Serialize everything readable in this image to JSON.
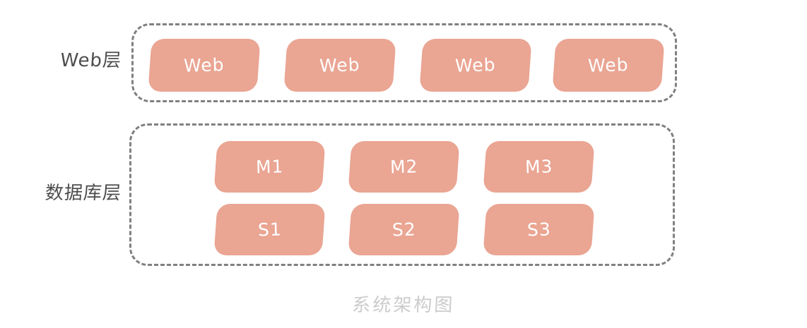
{
  "diagram": {
    "caption": "系统架构图",
    "accent_color": "#eaa593",
    "border_color": "#808080",
    "label_color": "#4d4d4d",
    "caption_color": "#cccccc",
    "node_text_color": "#ffffff",
    "background_color": "#ffffff",
    "layers": [
      {
        "label": "Web层",
        "nodes": [
          {
            "label": "Web"
          },
          {
            "label": "Web"
          },
          {
            "label": "Web"
          },
          {
            "label": "Web"
          }
        ]
      },
      {
        "label": "数据库层",
        "rows": [
          {
            "nodes": [
              {
                "label": "M1"
              },
              {
                "label": "M2"
              },
              {
                "label": "M3"
              }
            ]
          },
          {
            "nodes": [
              {
                "label": "S1"
              },
              {
                "label": "S2"
              },
              {
                "label": "S3"
              }
            ]
          }
        ]
      }
    ]
  }
}
